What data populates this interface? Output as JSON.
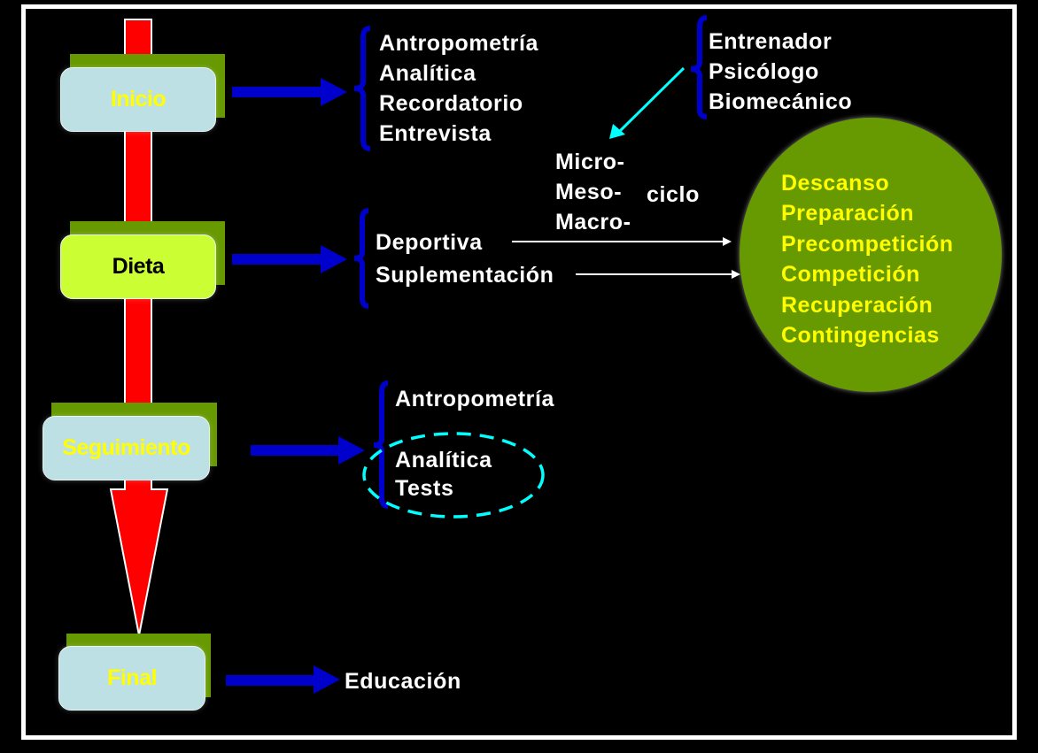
{
  "stages": [
    {
      "id": "inicio",
      "label": "Inicio",
      "face_color": "#bde0e4",
      "text_color": "#ffff00"
    },
    {
      "id": "dieta",
      "label": "Dieta",
      "face_color": "#ccff33",
      "text_color": "#000000"
    },
    {
      "id": "seguimiento",
      "label": "Seguimiento",
      "face_color": "#bde0e4",
      "text_color": "#ffff00"
    },
    {
      "id": "final",
      "label": "Final",
      "face_color": "#bde0e4",
      "text_color": "#ffff00"
    }
  ],
  "inicio_items": [
    "Antropometría",
    "Analítica",
    "Recordatorio",
    "Entrevista"
  ],
  "team_items": [
    "Entrenador",
    "Psicólogo",
    "Biomecánico"
  ],
  "cycle": {
    "prefixes": [
      "Micro-",
      "Meso-",
      "Macro-"
    ],
    "suffix": "ciclo"
  },
  "dieta_items": [
    "Deportiva",
    "Suplementación"
  ],
  "phases": [
    "Descanso",
    "Preparación",
    "Precompetición",
    "Competición",
    "Recuperación",
    "Contingencias"
  ],
  "seguimiento_items": [
    "Antropometría",
    "Analítica",
    "Tests"
  ],
  "final_items": [
    "Educación"
  ],
  "colors": {
    "timeline_arrow": "#ff0000",
    "connector_arrow": "#0000cc",
    "brace": "#0000cc",
    "team_arrow": "#00ffff",
    "highlight_ellipse": "#00ffff",
    "phase_circle": "#679900",
    "phase_text": "#ffff00",
    "box_back": "#679900"
  }
}
